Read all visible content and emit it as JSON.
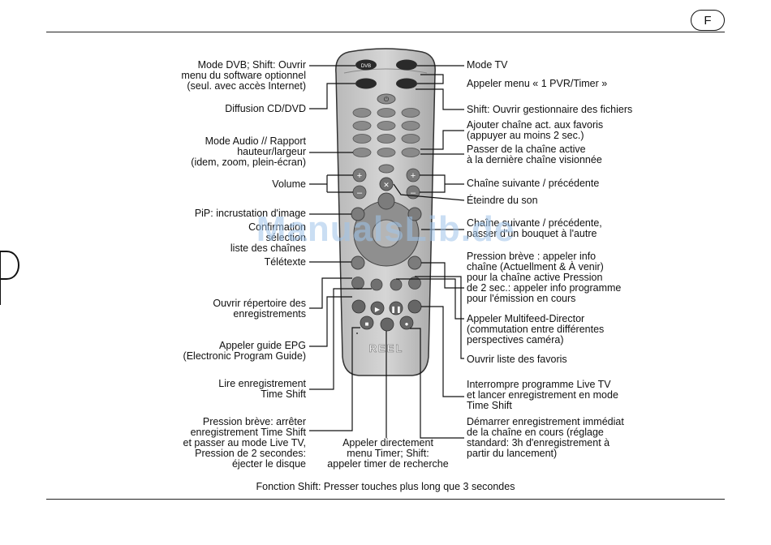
{
  "page": {
    "lang_badge": "F",
    "side_letter": "P",
    "watermark": "ManualsLib.de",
    "footer": "Fonction Shift: Presser touches plus long que 3 secondes",
    "remote_brand": "REEL",
    "dvb_key": "DVB"
  },
  "left_labels": [
    {
      "id": "dvb",
      "lines": [
        "Mode DVB; Shift: Ouvrir",
        "menu du software optionnel",
        "(seul. avec accès Internet)"
      ]
    },
    {
      "id": "cd",
      "lines": [
        "Diffusion CD/DVD"
      ]
    },
    {
      "id": "audio",
      "lines": [
        "Mode Audio // Rapport",
        "hauteur/largeur",
        "(idem, zoom, plein-écran)"
      ]
    },
    {
      "id": "volume",
      "lines": [
        "Volume"
      ]
    },
    {
      "id": "pip",
      "lines": [
        "PiP: incrustation d'image"
      ]
    },
    {
      "id": "confirm",
      "lines": [
        "Confirmation",
        "sélection",
        "liste des chaînes"
      ]
    },
    {
      "id": "teletext",
      "lines": [
        "Télétexte"
      ]
    },
    {
      "id": "recdir",
      "lines": [
        "Ouvrir répertoire des",
        "enregistrements"
      ]
    },
    {
      "id": "epg",
      "lines": [
        "Appeler guide EPG",
        "(Electronic Program Guide)"
      ]
    },
    {
      "id": "play",
      "lines": [
        "Lire enregistrement",
        "Time Shift"
      ]
    },
    {
      "id": "stop",
      "lines": [
        "Pression brève: arrêter",
        "enregistrement Time Shift",
        "et passer au mode Live TV,",
        "Pression de 2 secondes:",
        "éjecter le disque"
      ]
    }
  ],
  "center_label": {
    "lines": [
      "Appeler directement",
      "menu Timer; Shift:",
      "appeler timer de recherche"
    ]
  },
  "right_labels": [
    {
      "id": "tv",
      "lines": [
        "Mode TV"
      ]
    },
    {
      "id": "pvr",
      "lines": [
        "Appeler menu « 1 PVR/Timer »"
      ]
    },
    {
      "id": "files",
      "lines": [
        "Shift: Ouvrir gestionnaire des fichiers"
      ]
    },
    {
      "id": "fav",
      "lines": [
        "Ajouter chaîne act. aux favoris",
        "(appuyer au moins 2 sec.)"
      ]
    },
    {
      "id": "last",
      "lines": [
        "Passer de la chaîne active",
        "à la dernière chaîne visionnée"
      ]
    },
    {
      "id": "chan",
      "lines": [
        "Chaîne suivante / précédente"
      ]
    },
    {
      "id": "mute",
      "lines": [
        "Éteindre du son"
      ]
    },
    {
      "id": "bouquet",
      "lines": [
        "Chaîne suivante / précédente,",
        "passer d'un bouquet à l'autre"
      ]
    },
    {
      "id": "info",
      "lines": [
        "Pression brève : appeler info",
        "chaîne (Actuellment & À venir)",
        "pour la chaîne active Pression",
        "de 2 sec.: appeler info programme",
        "pour l'émission en cours"
      ]
    },
    {
      "id": "multifeed",
      "lines": [
        "Appeler Multifeed-Director",
        "(commutation entre différentes",
        "perspectives caméra)"
      ]
    },
    {
      "id": "favlist",
      "lines": [
        "Ouvrir liste des favoris"
      ]
    },
    {
      "id": "live",
      "lines": [
        "Interrompre programme Live TV",
        "et lancer enregistrement en mode",
        "Time Shift"
      ]
    },
    {
      "id": "rec",
      "lines": [
        "Démarrer enregistrement immédiat",
        "de la chaîne en cours (réglage",
        "standard: 3h d'enregistrement à",
        "partir du lancement)"
      ]
    }
  ]
}
